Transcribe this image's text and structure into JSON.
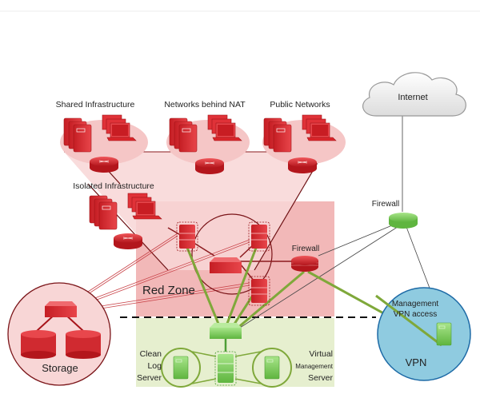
{
  "colors": {
    "red_zone_fill": "#f2b8b8",
    "red_trapezoid_fill": "#f8d6d6",
    "clean_zone_fill": "#e6efcf",
    "red_device": "#d9262b",
    "red_device_dark": "#a8141a",
    "green_device": "#7fcf5c",
    "green_device_dark": "#4e9e36",
    "green_link": "#7fa83a",
    "vpn_fill": "#8fcbe0",
    "vpn_stroke": "#1d6aa6",
    "cloud_fill": "#f0f0f0",
    "cloud_stroke": "#999999"
  },
  "labels": {
    "shared_infrastructure": "Shared Infrastructure",
    "networks_behind_nat": "Networks behind NAT",
    "public_networks": "Public Networks",
    "isolated_infrastructure": "Isolated Infrastructure",
    "internet": "Internet",
    "firewall_outer": "Firewall",
    "firewall_inner": "Firewall",
    "red_zone": "Red Zone",
    "storage": "Storage",
    "clean_log_server": [
      "Clean",
      "Log",
      "Server"
    ],
    "virtual_management_server": [
      "Virtual",
      "Management",
      "Server"
    ],
    "management_vpn_access": [
      "Management",
      "VPN access"
    ],
    "vpn": "VPN"
  },
  "nodes": [
    {
      "id": "shared-infrastructure",
      "type": "network-group",
      "zone": "red"
    },
    {
      "id": "networks-behind-nat",
      "type": "network-group",
      "zone": "red"
    },
    {
      "id": "public-networks",
      "type": "network-group",
      "zone": "red"
    },
    {
      "id": "isolated-infrastructure",
      "type": "network-group",
      "zone": "red"
    },
    {
      "id": "internet",
      "type": "cloud"
    },
    {
      "id": "firewall-outer",
      "type": "router",
      "zone": "clean"
    },
    {
      "id": "firewall-inner",
      "type": "firewall",
      "zone": "red"
    },
    {
      "id": "red-core-switch",
      "type": "switch",
      "zone": "red"
    },
    {
      "id": "storage-switch",
      "type": "switch",
      "zone": "red"
    },
    {
      "id": "clean-switch",
      "type": "switch",
      "zone": "clean"
    },
    {
      "id": "clean-log-server",
      "type": "server",
      "zone": "clean"
    },
    {
      "id": "virtual-management-server",
      "type": "server",
      "zone": "clean"
    },
    {
      "id": "management-vpn-server",
      "type": "server",
      "zone": "vpn"
    }
  ]
}
